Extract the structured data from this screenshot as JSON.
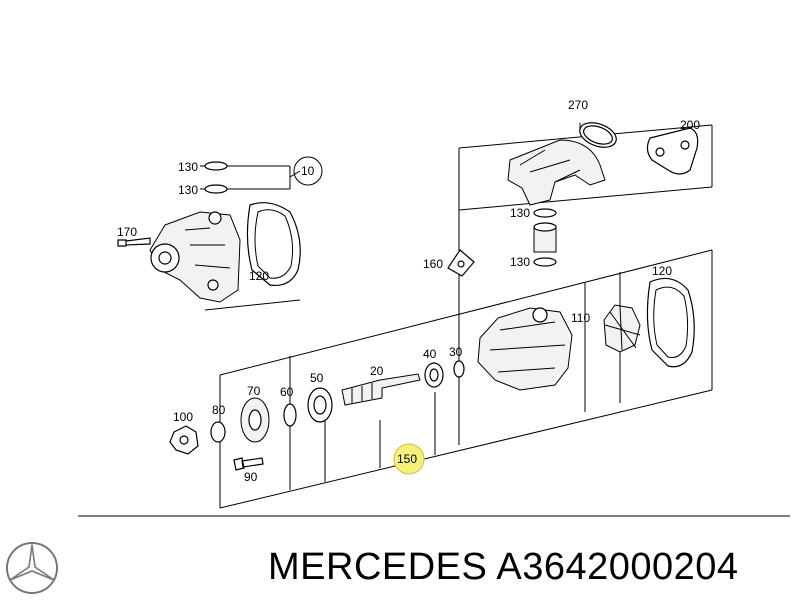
{
  "callouts": {
    "c270": "270",
    "c200": "200",
    "c130a": "130",
    "c130b": "130",
    "c130c": "130",
    "c130d": "130",
    "c10": "10",
    "c170": "170",
    "c120a": "120",
    "c160": "160",
    "c120b": "120",
    "c110": "110",
    "c40": "40",
    "c30": "30",
    "c20": "20",
    "c50": "50",
    "c60": "60",
    "c70": "70",
    "c80": "80",
    "c100": "100",
    "c90": "90",
    "c150": "150"
  },
  "highlight_color": "#f5f07a",
  "footer": {
    "brand": "MERCEDES",
    "part_number": "A3642000204"
  },
  "icons": {
    "logo": "mercedes-star-icon"
  }
}
